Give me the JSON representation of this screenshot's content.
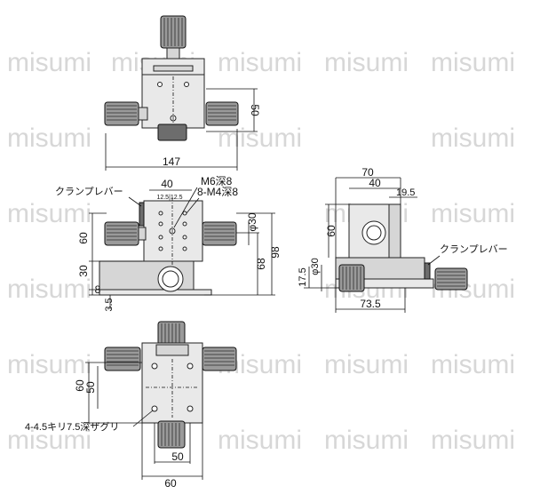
{
  "watermark": "misumi",
  "top_view": {
    "dim_overall_width": "147",
    "dim_height": "50"
  },
  "front_view": {
    "clamp_lever_label": "クランプレバー",
    "dim_top_width": "40",
    "dim_pitch_top": "12.5|12.5",
    "note_m6": "M6深8",
    "note_m4": "8-M4深8",
    "dim_phi30": "φ30",
    "dim_98": "98",
    "dim_68": "68",
    "dim_60": "60",
    "dim_30": "30",
    "dim_8": "8",
    "dim_3_5": "3.5"
  },
  "side_view": {
    "dim_70": "70",
    "dim_40": "40",
    "dim_19_5": "19.5",
    "dim_60": "60",
    "dim_phi30": "φ30",
    "dim_17_5": "17.5",
    "dim_73_5": "73.5",
    "clamp_lever_label": "クランプレバー"
  },
  "bottom_view": {
    "dim_60_left": "60",
    "dim_50_left": "50",
    "counterbore_note": "4-4.5キリ7.5深ザグリ",
    "dim_50_bottom": "50",
    "dim_60_bottom": "60"
  }
}
